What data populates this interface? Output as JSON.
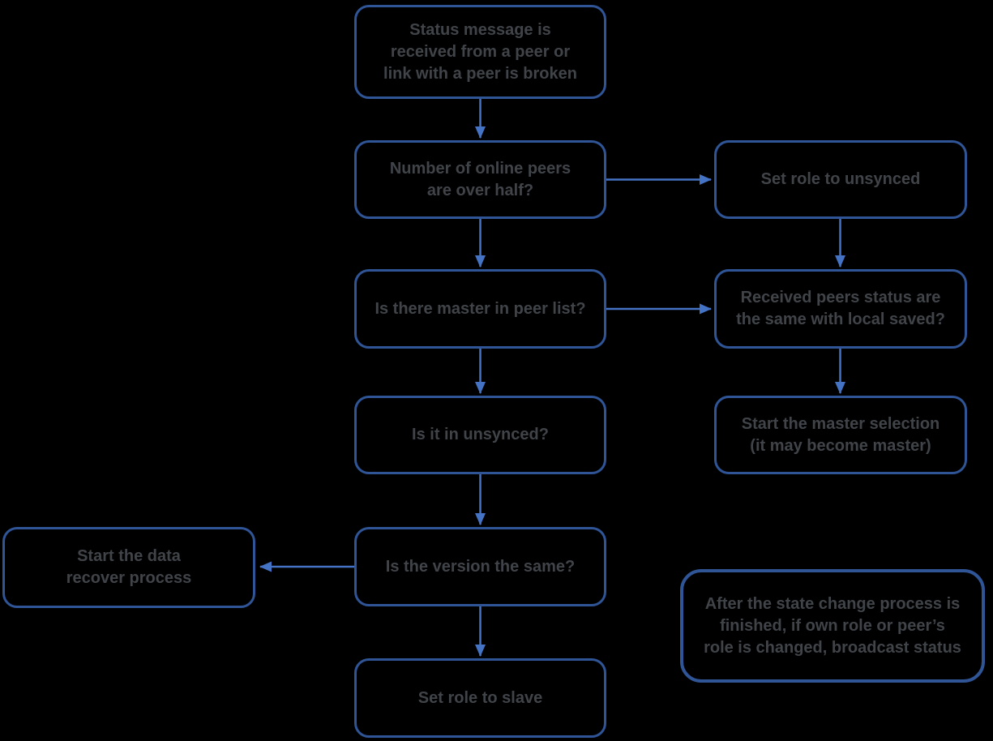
{
  "colors": {
    "background": "#000000",
    "box_border": "#2F5597",
    "arrow": "#4472C4",
    "text": "#404449"
  },
  "nodes": {
    "status_message": {
      "text": "Status message is\nreceived from a peer or\nlink with a peer is broken"
    },
    "online_peers": {
      "text": "Number of online peers\nare over half?"
    },
    "set_role_unsynced": {
      "text": "Set role to unsynced"
    },
    "master_in_peer_list": {
      "text": "Is there master in peer list?"
    },
    "received_peers_status": {
      "text": "Received peers status are\nthe same with local saved?"
    },
    "is_it_unsynced": {
      "text": "Is it in unsynced?"
    },
    "start_master_selection": {
      "text": "Start the master selection\n(it may become master)"
    },
    "version_same": {
      "text": "Is the version the same?"
    },
    "data_recover": {
      "text": "Start the data\nrecover process"
    },
    "set_role_slave": {
      "text": "Set role to slave"
    },
    "broadcast_note": {
      "text": "After the state change process is\nfinished, if own role or peer’s\nrole is changed, broadcast status"
    }
  }
}
